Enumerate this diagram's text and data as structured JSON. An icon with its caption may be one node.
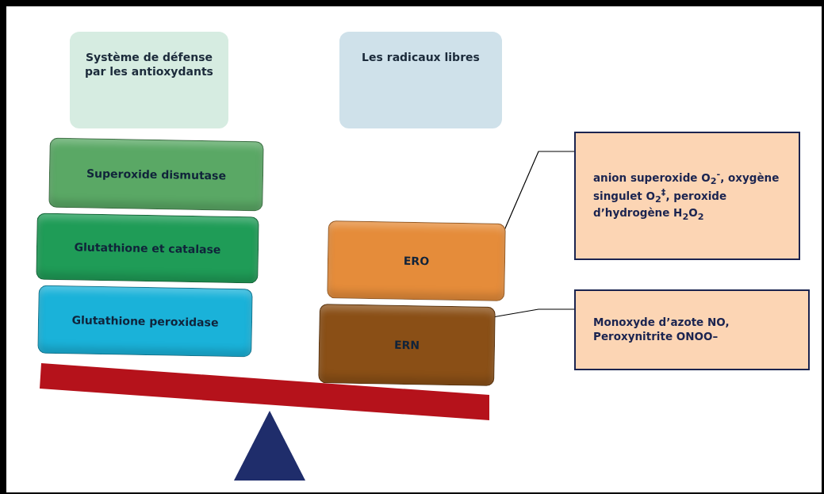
{
  "diagram": {
    "nodes": [
      {
        "text": [
          "Système de défense par les antioxydants"
        ]
      },
      {
        "text": [
          "Les radicaux libres"
        ]
      },
      {
        "text": [
          "Superoxide dismutase"
        ]
      },
      {
        "text": [
          "Glutathione et catalase"
        ]
      },
      {
        "text": [
          "Glutathione peroxidase"
        ]
      },
      {
        "text": [
          "ERO"
        ]
      },
      {
        "text": [
          "ERN"
        ]
      },
      {
        "text": [
          "anion superoxide O$_{2}$$^{-}$, oxygène singulet O$_{2}$$^{‡}$, peroxide d’hydrogène H$_{2}$O$_{2}$"
        ]
      },
      {
        "text": [
          "Monoxyde d’azote NO, Peroxynitrite ONOO–"
        ]
      }
    ],
    "edges": [
      {
        "from": 5,
        "to": 7,
        "arrow": "none"
      },
      {
        "from": 6,
        "to": 8,
        "arrow": "none"
      }
    ]
  }
}
